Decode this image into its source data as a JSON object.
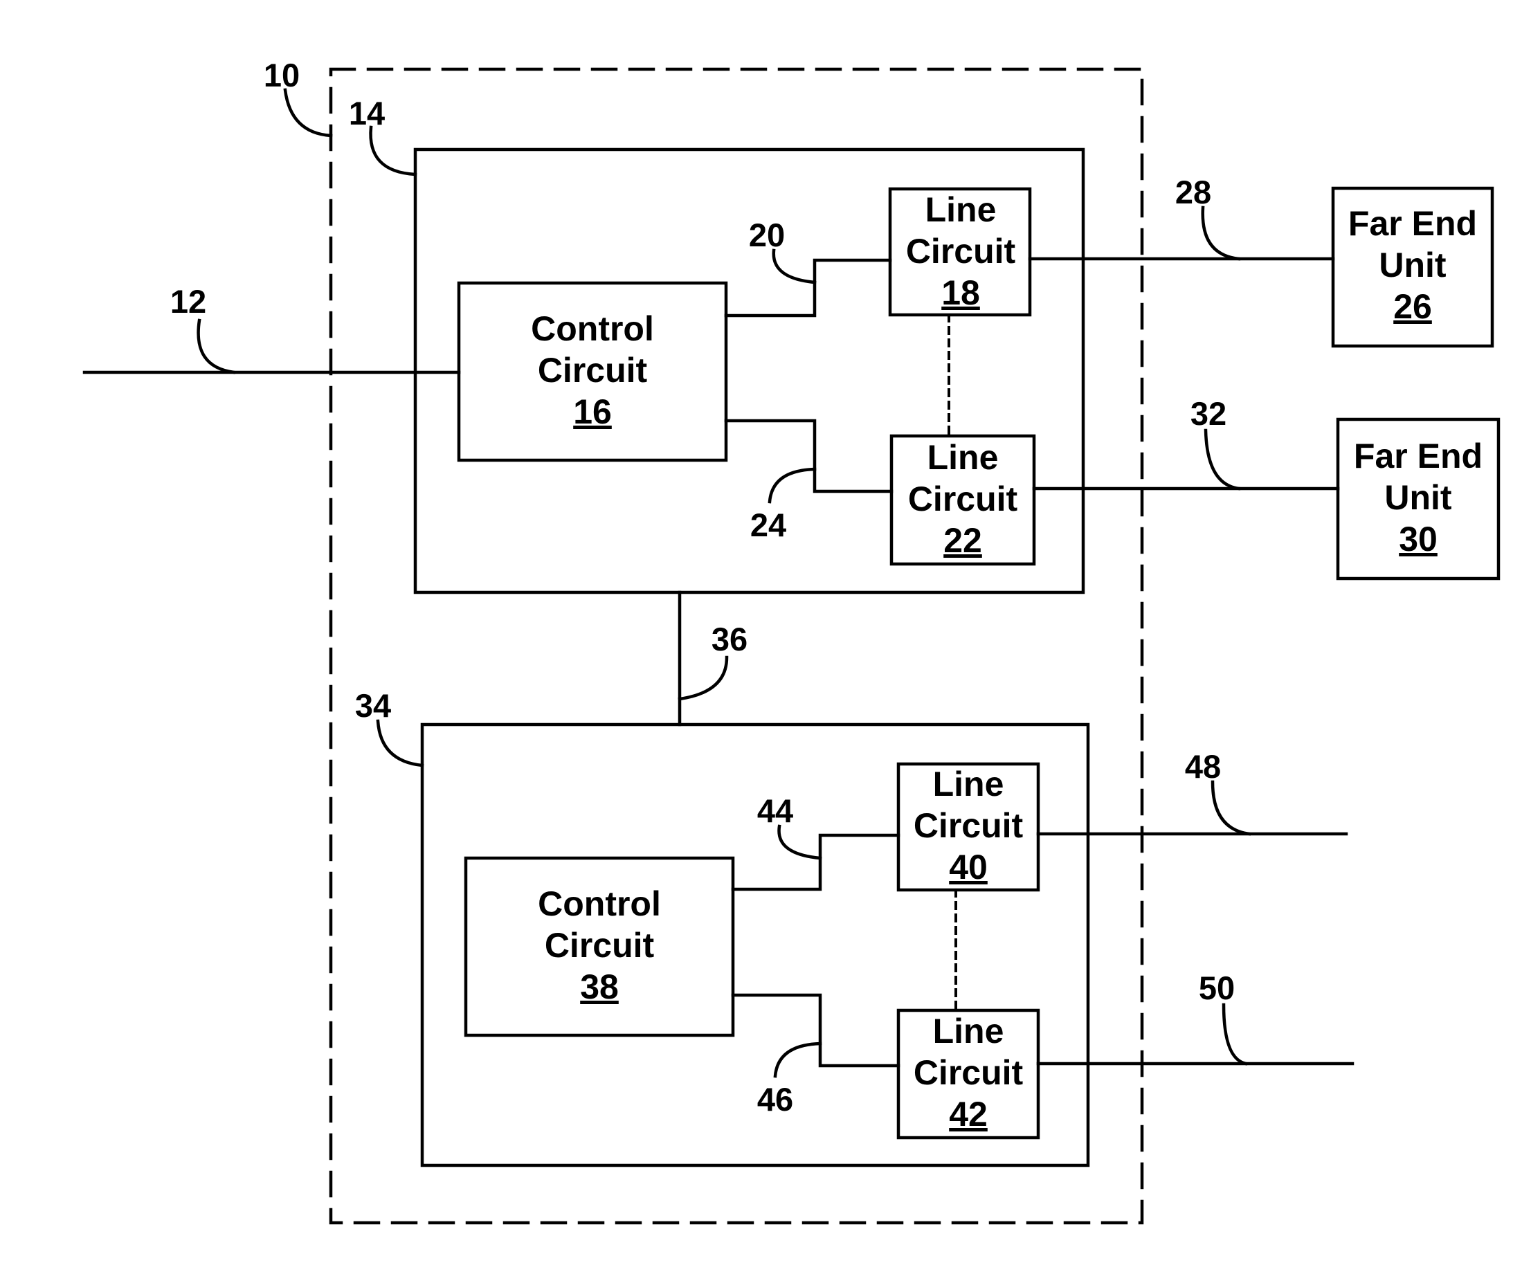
{
  "callouts": {
    "c10": "10",
    "c12": "12",
    "c14": "14",
    "c20": "20",
    "c24": "24",
    "c28": "28",
    "c32": "32",
    "c34": "34",
    "c36": "36",
    "c44": "44",
    "c46": "46",
    "c48": "48",
    "c50": "50"
  },
  "blocks": {
    "control16": {
      "line1": "Control",
      "line2": "Circuit",
      "ref": "16"
    },
    "line18": {
      "line1": "Line",
      "line2": "Circuit",
      "ref": "18"
    },
    "line22": {
      "line1": "Line",
      "line2": "Circuit",
      "ref": "22"
    },
    "far26": {
      "line1": "Far End",
      "line2": "Unit",
      "ref": "26"
    },
    "far30": {
      "line1": "Far End",
      "line2": "Unit",
      "ref": "30"
    },
    "control38": {
      "line1": "Control",
      "line2": "Circuit",
      "ref": "38"
    },
    "line40": {
      "line1": "Line",
      "line2": "Circuit",
      "ref": "40"
    },
    "line42": {
      "line1": "Line",
      "line2": "Circuit",
      "ref": "42"
    }
  }
}
